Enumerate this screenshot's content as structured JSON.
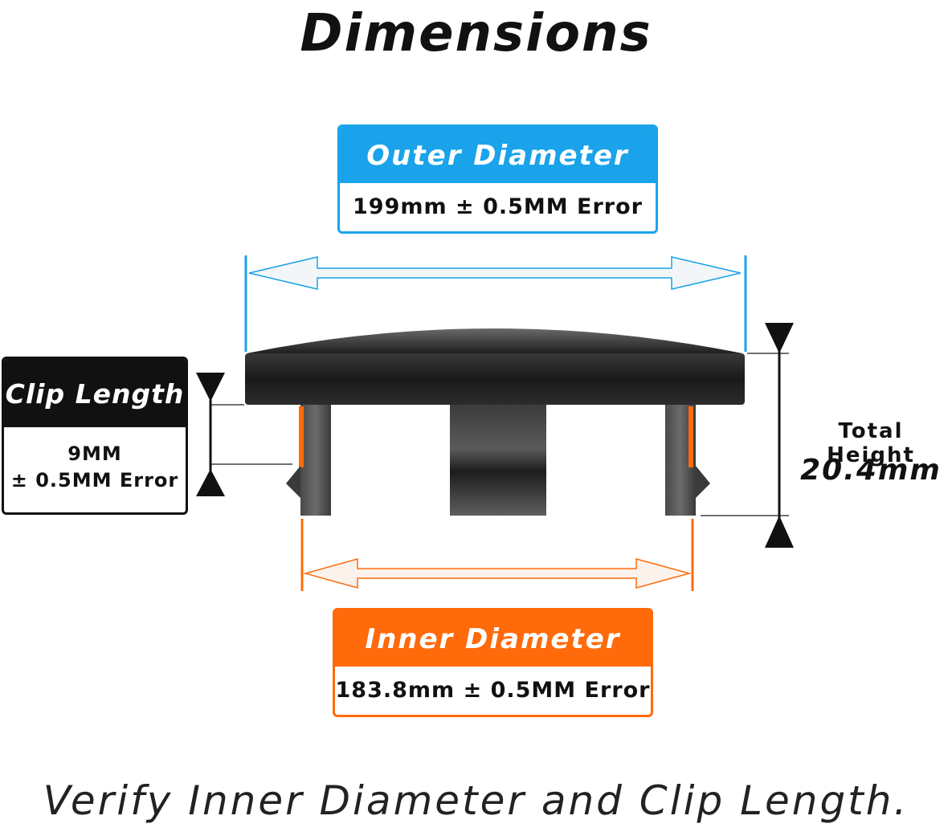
{
  "title": "Dimensions",
  "outer_diameter": {
    "label": "Outer Diameter",
    "value": "199mm ± 0.5MM Error"
  },
  "inner_diameter": {
    "label": "Inner Diameter",
    "value": "183.8mm ± 0.5MM Error"
  },
  "clip_length": {
    "label": "Clip Length",
    "value": "9MM",
    "tolerance": "± 0.5MM Error"
  },
  "total_height": {
    "label": "Total Height",
    "value": "20.4mm"
  },
  "caption": "Verify Inner Diameter and Clip Length.",
  "colors": {
    "outer": "#1aa3ea",
    "inner": "#ff6a0a",
    "clip": "#111111",
    "cap": "#2a2a2a"
  }
}
